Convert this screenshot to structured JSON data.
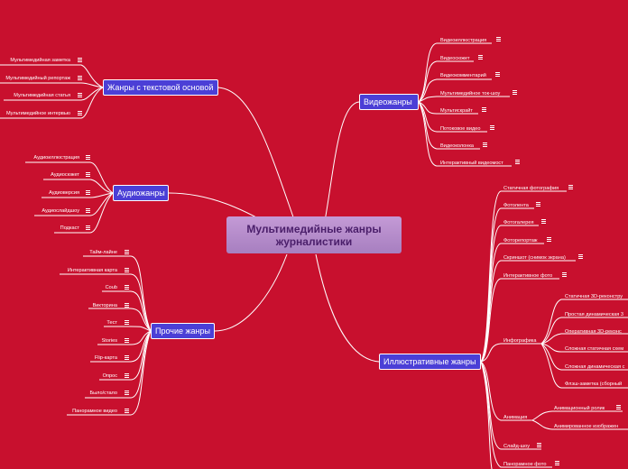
{
  "central": {
    "title": "Мультимедийные жанры журналистики"
  },
  "branches": {
    "text": {
      "label": "Жанры с текстовой основой",
      "items": [
        "Мультимедийная заметка",
        "Мультимедийный репортаж",
        "Мультимедийная статья",
        "Мультимедийное интервью"
      ]
    },
    "audio": {
      "label": "Аудиожанры",
      "items": [
        "Аудиоиллюстрация",
        "Аудиосюжет",
        "Аудиоверсия",
        "Аудиослайдшоу",
        "Подкаст"
      ]
    },
    "other": {
      "label": "Прочие жанры",
      "items": [
        "Тайм-лайне",
        "Интерактивная карта",
        "Coub",
        "Викторина",
        "Тест",
        "Stories",
        "Flip-карта",
        "Опрос",
        "Было/стало",
        "Панорамное видео"
      ]
    },
    "video": {
      "label": "Видеожанры",
      "items": [
        "Видеоиллюстрация",
        "Видеосюжет",
        "Видеокомментарий",
        "Мультимедийное ток-шоу",
        "Мультискрайт",
        "Потоковое видео",
        "Видеоколонка",
        "Интерактивный видеомост"
      ]
    },
    "illus": {
      "label": "Иллюстративные жанры",
      "items": [
        "Статичная фотография",
        "Фотолента",
        "Фотогалерея",
        "Фоторепортаж",
        "Скриншот (снимок экрана)",
        "Интерактивное фото"
      ],
      "infographics": {
        "label": "Инфографика",
        "items": [
          "Статичная 3D-реконстру",
          "Простая динамическая 3",
          "Оперативная 3D-реконс",
          "Сложная статичная схем",
          "Сложная динамическая с",
          "Флэш-заметка (сборный"
        ]
      },
      "animation": {
        "label": "Анимация",
        "items": [
          "Анимационный ролик",
          "Анимированное изображен"
        ]
      },
      "tail": [
        "Слайд-шоу",
        "Панорамное фото"
      ]
    }
  }
}
